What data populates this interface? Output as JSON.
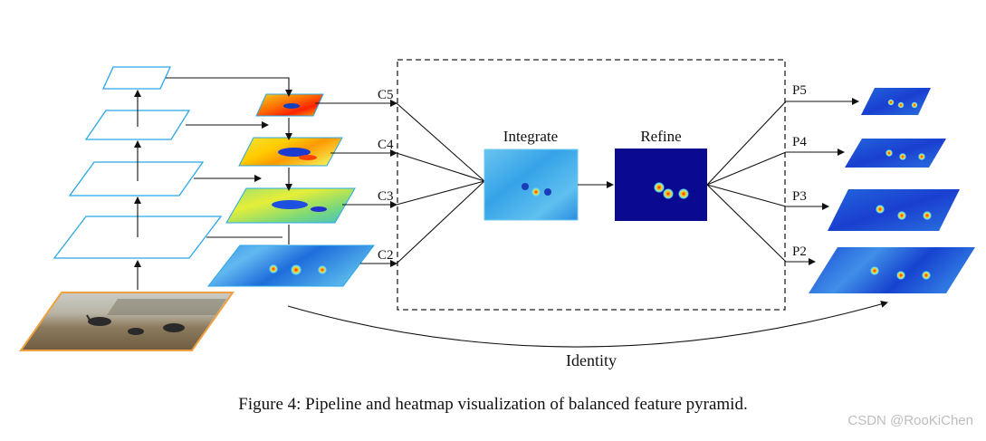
{
  "labels": {
    "c5": "C5",
    "c4": "C4",
    "c3": "C3",
    "c2": "C2",
    "p5": "P5",
    "p4": "P4",
    "p3": "P3",
    "p2": "P2",
    "integrate": "Integrate",
    "refine": "Refine",
    "identity": "Identity"
  },
  "caption": "Figure 4: Pipeline and heatmap visualization of balanced feature pyramid.",
  "watermark": "CSDN @RooKiChen",
  "colors": {
    "pyramid_outline": "#2aa7e8",
    "input_border": "#f0a040",
    "dashed_box": "#222222",
    "refine_bg": "#0a0a90"
  }
}
